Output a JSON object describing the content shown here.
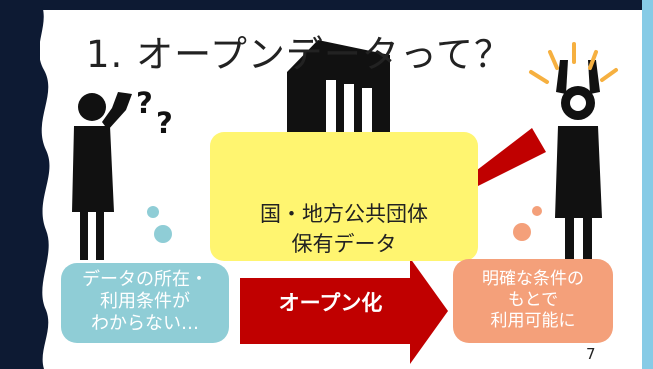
{
  "slide": {
    "title": "1. オープンデータって？",
    "page_number": "7"
  },
  "center_box": {
    "line1": "国・地方公共団体",
    "line2": "保有データ"
  },
  "left_box": {
    "line1": "データの所在・",
    "line2": "利用条件が",
    "line3": "わからない…"
  },
  "big_arrow": {
    "label": "オープン化"
  },
  "right_box": {
    "line1": "明確な条件の",
    "line2": "もとで",
    "line3": "利用可能に"
  },
  "left_person": {
    "mark1": "?",
    "mark2": "?"
  },
  "colors": {
    "background_dark": "#0d1a33",
    "accent_red": "#c00000",
    "yellow": "#fff570",
    "blue": "#8fcdd6",
    "orange": "#f4a07a",
    "strip": "#87cbe6"
  },
  "icons": [
    "confused-person-icon",
    "building-icon",
    "surprised-person-icon",
    "idea-lines-icon"
  ]
}
